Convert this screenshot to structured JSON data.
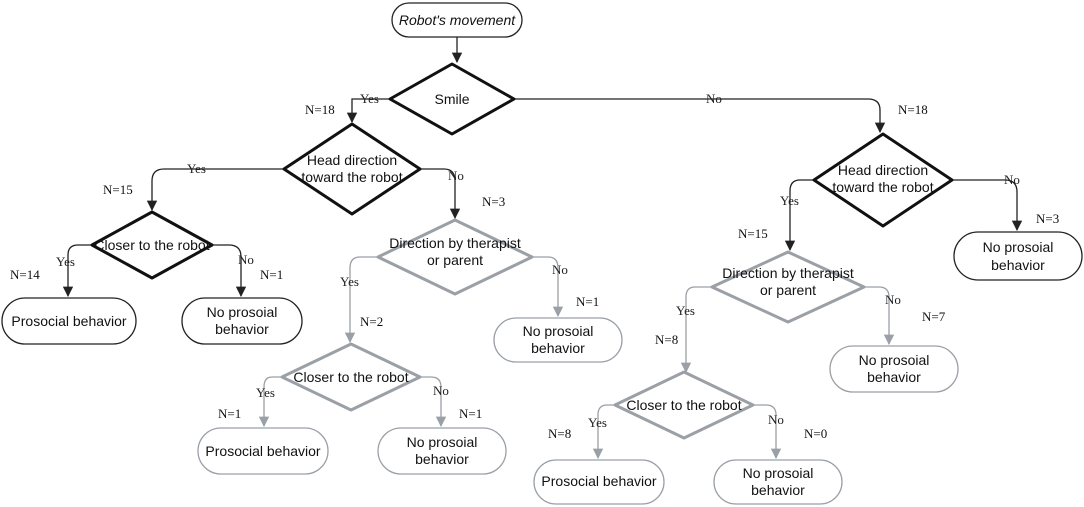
{
  "nodes": {
    "root": "Robot's movement",
    "smile": "Smile",
    "head_l_1": "Head direction",
    "head_l_2": "toward the robot",
    "closer_l": "Closer to the robot",
    "prosocial_1": "Prosocial behavior",
    "noproso_1a": "No prosoial",
    "noproso_1b": "behavior",
    "dir_m_1": "Direction by therapist",
    "dir_m_2": "or parent",
    "noproso_2a": "No prosoial",
    "noproso_2b": "behavior",
    "closer_m": "Closer to the robot",
    "prosocial_2": "Prosocial behavior",
    "noproso_3a": "No prosoial",
    "noproso_3b": "behavior",
    "head_r_1": "Head direction",
    "head_r_2": "toward the robot",
    "noproso_4a": "No prosoial",
    "noproso_4b": "behavior",
    "dir_r_1": "Direction by therapist",
    "dir_r_2": "or parent",
    "noproso_5a": "No prosoial",
    "noproso_5b": "behavior",
    "closer_r": "Closer to the robot",
    "prosocial_3": "Prosocial behavior",
    "noproso_6a": "No prosoial",
    "noproso_6b": "behavior"
  },
  "edge_labels": {
    "smile_yes": "Yes",
    "smile_no": "No",
    "head_l_yes": "Yes",
    "head_l_no": "No",
    "closer_l_yes": "Yes",
    "closer_l_no": "No",
    "dir_m_yes": "Yes",
    "dir_m_no": "No",
    "closer_m_yes": "Yes",
    "closer_m_no": "No",
    "head_r_yes": "Yes",
    "head_r_no": "No",
    "dir_r_yes": "Yes",
    "dir_r_no": "No",
    "closer_r_yes": "Yes",
    "closer_r_no": "No"
  },
  "counts": {
    "n_head_l": "N=18",
    "n_head_r": "N=18",
    "n_closer_l": "N=15",
    "n_dir_m": "N=3",
    "n_prosocial_1": "N=14",
    "n_noproso_1": "N=1",
    "n_noproso_2": "N=1",
    "n_closer_m": "N=2",
    "n_prosocial_2": "N=1",
    "n_noproso_3": "N=1",
    "n_dir_r": "N=15",
    "n_noproso_4": "N=3",
    "n_closer_r": "N=8",
    "n_noproso_5": "N=7",
    "n_prosocial_3": "N=8",
    "n_noproso_6": "N=0"
  },
  "colors": {
    "dark": "#111111",
    "gray": "#9aa0a6"
  }
}
